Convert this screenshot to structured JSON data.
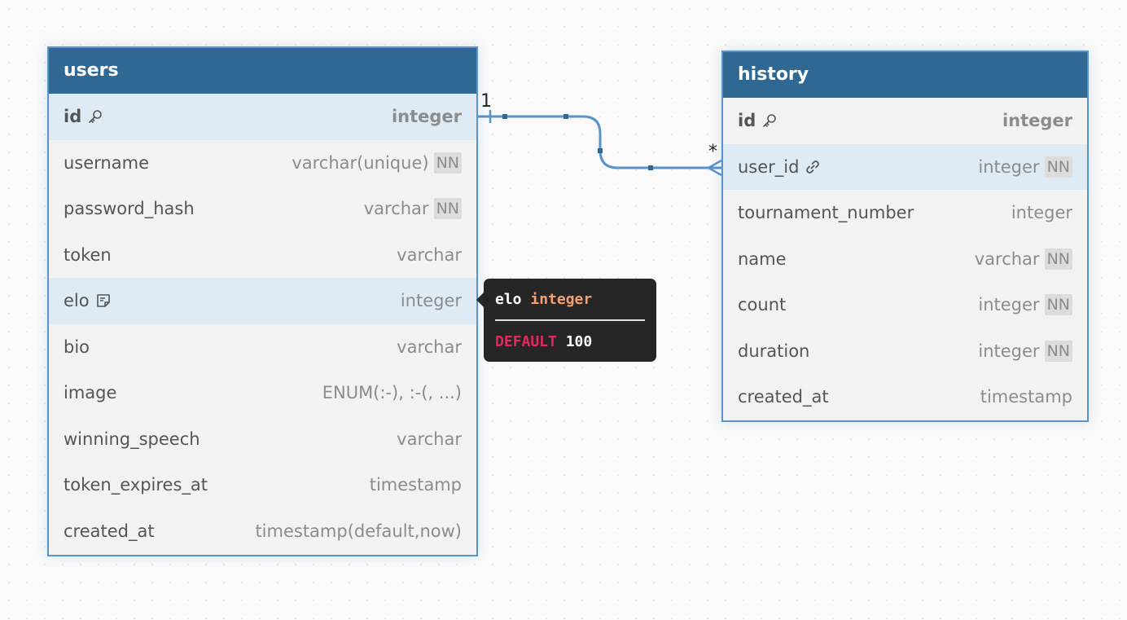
{
  "tables": {
    "users": {
      "name": "users",
      "columns": [
        {
          "name": "id",
          "type": "integer",
          "pk": true,
          "icon": "key-icon",
          "highlight": true,
          "nn": false
        },
        {
          "name": "username",
          "type": "varchar(unique)",
          "nn": true
        },
        {
          "name": "password_hash",
          "type": "varchar",
          "nn": true
        },
        {
          "name": "token",
          "type": "varchar",
          "nn": false
        },
        {
          "name": "elo",
          "type": "integer",
          "icon": "note-icon",
          "highlight": true,
          "nn": false
        },
        {
          "name": "bio",
          "type": "varchar",
          "nn": false
        },
        {
          "name": "image",
          "type": "ENUM(:-), :-(, ...)",
          "nn": false
        },
        {
          "name": "winning_speech",
          "type": "varchar",
          "nn": false
        },
        {
          "name": "token_expires_at",
          "type": "timestamp",
          "nn": false
        },
        {
          "name": "created_at",
          "type": "timestamp(default,now)",
          "nn": false
        }
      ]
    },
    "history": {
      "name": "history",
      "columns": [
        {
          "name": "id",
          "type": "integer",
          "pk": true,
          "icon": "key-icon",
          "nn": false
        },
        {
          "name": "user_id",
          "type": "integer",
          "icon": "link-icon",
          "highlight": true,
          "nn": true
        },
        {
          "name": "tournament_number",
          "type": "integer",
          "nn": false
        },
        {
          "name": "name",
          "type": "varchar",
          "nn": true
        },
        {
          "name": "count",
          "type": "integer",
          "nn": true
        },
        {
          "name": "duration",
          "type": "integer",
          "nn": true
        },
        {
          "name": "created_at",
          "type": "timestamp",
          "nn": false
        }
      ]
    }
  },
  "nn_label": "NN",
  "relationship": {
    "from": "users.id",
    "to": "history.user_id",
    "from_cardinality": "1",
    "to_cardinality": "*",
    "color": "#5b93c7"
  },
  "tooltip": {
    "column_name": "elo",
    "column_type": "integer",
    "keyword": "DEFAULT",
    "value": "100"
  },
  "colors": {
    "header": "#306894",
    "border": "#5b93c7",
    "highlight_row": "#deebf4",
    "tooltip_bg": "#262626",
    "tooltip_type": "#f0a16f",
    "tooltip_keyword": "#e02a5b"
  }
}
